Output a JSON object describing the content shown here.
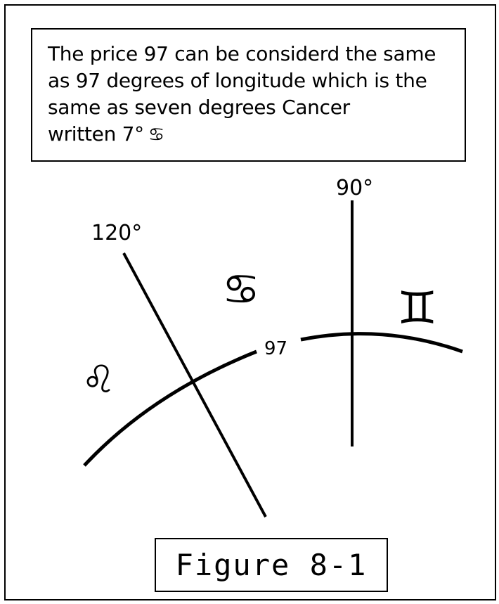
{
  "note": {
    "line1": "The price 97 can be considerd the same",
    "line2": "as 97 degrees of longitude which is the",
    "line3": "same as seven degrees Cancer",
    "line4": "written 7°",
    "cancer_symbol": "♋"
  },
  "diagram": {
    "label_90": "90°",
    "label_120": "120°",
    "label_97": "97",
    "cancer_symbol": "♋",
    "gemini_symbol": "♊",
    "leo_symbol": "♌"
  },
  "figure": {
    "caption": "Figure 8-1"
  }
}
